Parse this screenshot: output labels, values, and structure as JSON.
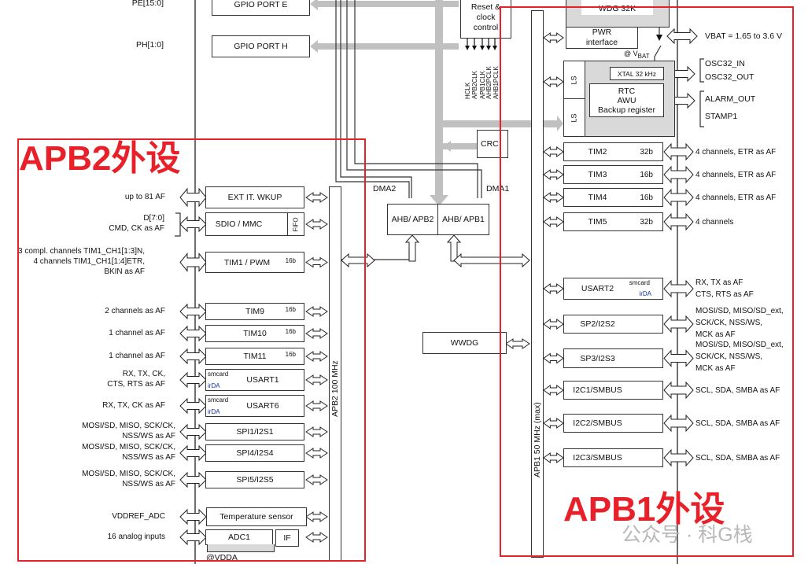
{
  "gpio": {
    "pe_label": "PE[15:0]",
    "ph_label": "PH[1:0]",
    "port_e": "GPIO PORT E",
    "port_h": "GPIO PORT H"
  },
  "core": {
    "reset_clock": "Reset &\nclock\ncontrol",
    "clocks": [
      "HCLK",
      "APB2CLK",
      "APB1CLK",
      "AHB2PCLK",
      "AHB1PCLK"
    ],
    "crc": "CRC",
    "dma2": "DMA2",
    "dma1": "DMA1",
    "ahb_apb2": "AHB/ APB2",
    "ahb_apb1": "AHB/ APB1",
    "wwdg": "WWDG"
  },
  "backup": {
    "wdg": "WDG 32K",
    "pwr": "PWR\ninterface",
    "vbat_at": "@ V",
    "vbat_sub": "BAT",
    "vbat": "VBAT = 1.65 to 3.6 V",
    "ls1": "LS",
    "ls2": "LS",
    "xtal": "XTAL 32 kHz",
    "rtc": "RTC\nAWU\nBackup register",
    "osc_in": "OSC32_IN",
    "osc_out": "OSC32_OUT",
    "alarm": "ALARM_OUT",
    "stamp": "STAMP1"
  },
  "apb2": {
    "title": "APB2外设",
    "bus_label": "APB2 100 MHz",
    "accent": "#e8202a",
    "items": [
      {
        "name": "EXT IT. WKUP",
        "signals": "up to 81 AF"
      },
      {
        "name": "SDIO / MMC",
        "extra": "FIFO",
        "signals": "D[7:0]\nCMD, CK as AF"
      },
      {
        "name": "TIM1 / PWM",
        "bits": "16b",
        "signals": "3 compl. channels TIM1_CH1[1:3]N,\n4 channels TIM1_CH1[1:4]ETR,\nBKIN as AF"
      },
      {
        "name": "TIM9",
        "bits": "16b",
        "signals": "2 channels as AF"
      },
      {
        "name": "TIM10",
        "bits": "16b",
        "signals": "1 channel as AF"
      },
      {
        "name": "TIM11",
        "bits": "16b",
        "signals": "1 channel as AF"
      },
      {
        "name": "USART1",
        "smcard": "smcard",
        "irda": "irDA",
        "signals": "RX, TX, CK,\nCTS, RTS as AF"
      },
      {
        "name": "USART6",
        "smcard": "smcard",
        "irda": "irDA",
        "signals": "RX, TX, CK as AF"
      },
      {
        "name": "SPI1/I2S1",
        "signals": "MOSI/SD, MISO, SCK/CK,\nNSS/WS as AF"
      },
      {
        "name": "SPI4/I2S4",
        "signals": "MOSI/SD, MISO, SCK/CK,\nNSS/WS as AF"
      },
      {
        "name": "SPI5/I2S5",
        "signals": "MOSI/SD, MISO, SCK/CK,\nNSS/WS as AF"
      },
      {
        "name": "Temperature sensor",
        "signals": "VDDREF_ADC"
      },
      {
        "name": "ADC1",
        "extra": "IF",
        "signals": "16 analog inputs"
      }
    ],
    "vdda": "@VDDA"
  },
  "apb1": {
    "title": "APB1外设",
    "bus_label": "APB1 50 MHz (max)",
    "items": [
      {
        "name": "TIM2",
        "bits": "32b",
        "signals": "4 channels, ETR as AF"
      },
      {
        "name": "TIM3",
        "bits": "16b",
        "signals": "4 channels, ETR as AF"
      },
      {
        "name": "TIM4",
        "bits": "16b",
        "signals": "4 channels, ETR as AF"
      },
      {
        "name": "TIM5",
        "bits": "32b",
        "signals": "4 channels"
      },
      {
        "name": "USART2",
        "smcard": "smcard",
        "irda": "irDA",
        "signals": "RX, TX as AF\nCTS, RTS as AF"
      },
      {
        "name": "SP2/I2S2",
        "signals": "MOSI/SD, MISO/SD_ext,\nSCK/CK, NSS/WS,\nMCK as AF"
      },
      {
        "name": "SP3/I2S3",
        "signals": "MOSI/SD, MISO/SD_ext,\nSCK/CK, NSS/WS,\nMCK as AF"
      },
      {
        "name": "I2C1/SMBUS",
        "signals": "SCL, SDA, SMBA as AF"
      },
      {
        "name": "I2C2/SMBUS",
        "signals": "SCL, SDA, SMBA as AF"
      },
      {
        "name": "I2C3/SMBUS",
        "signals": "SCL, SDA, SMBA as AF"
      }
    ]
  },
  "watermark": "公众号 · 科G栈"
}
